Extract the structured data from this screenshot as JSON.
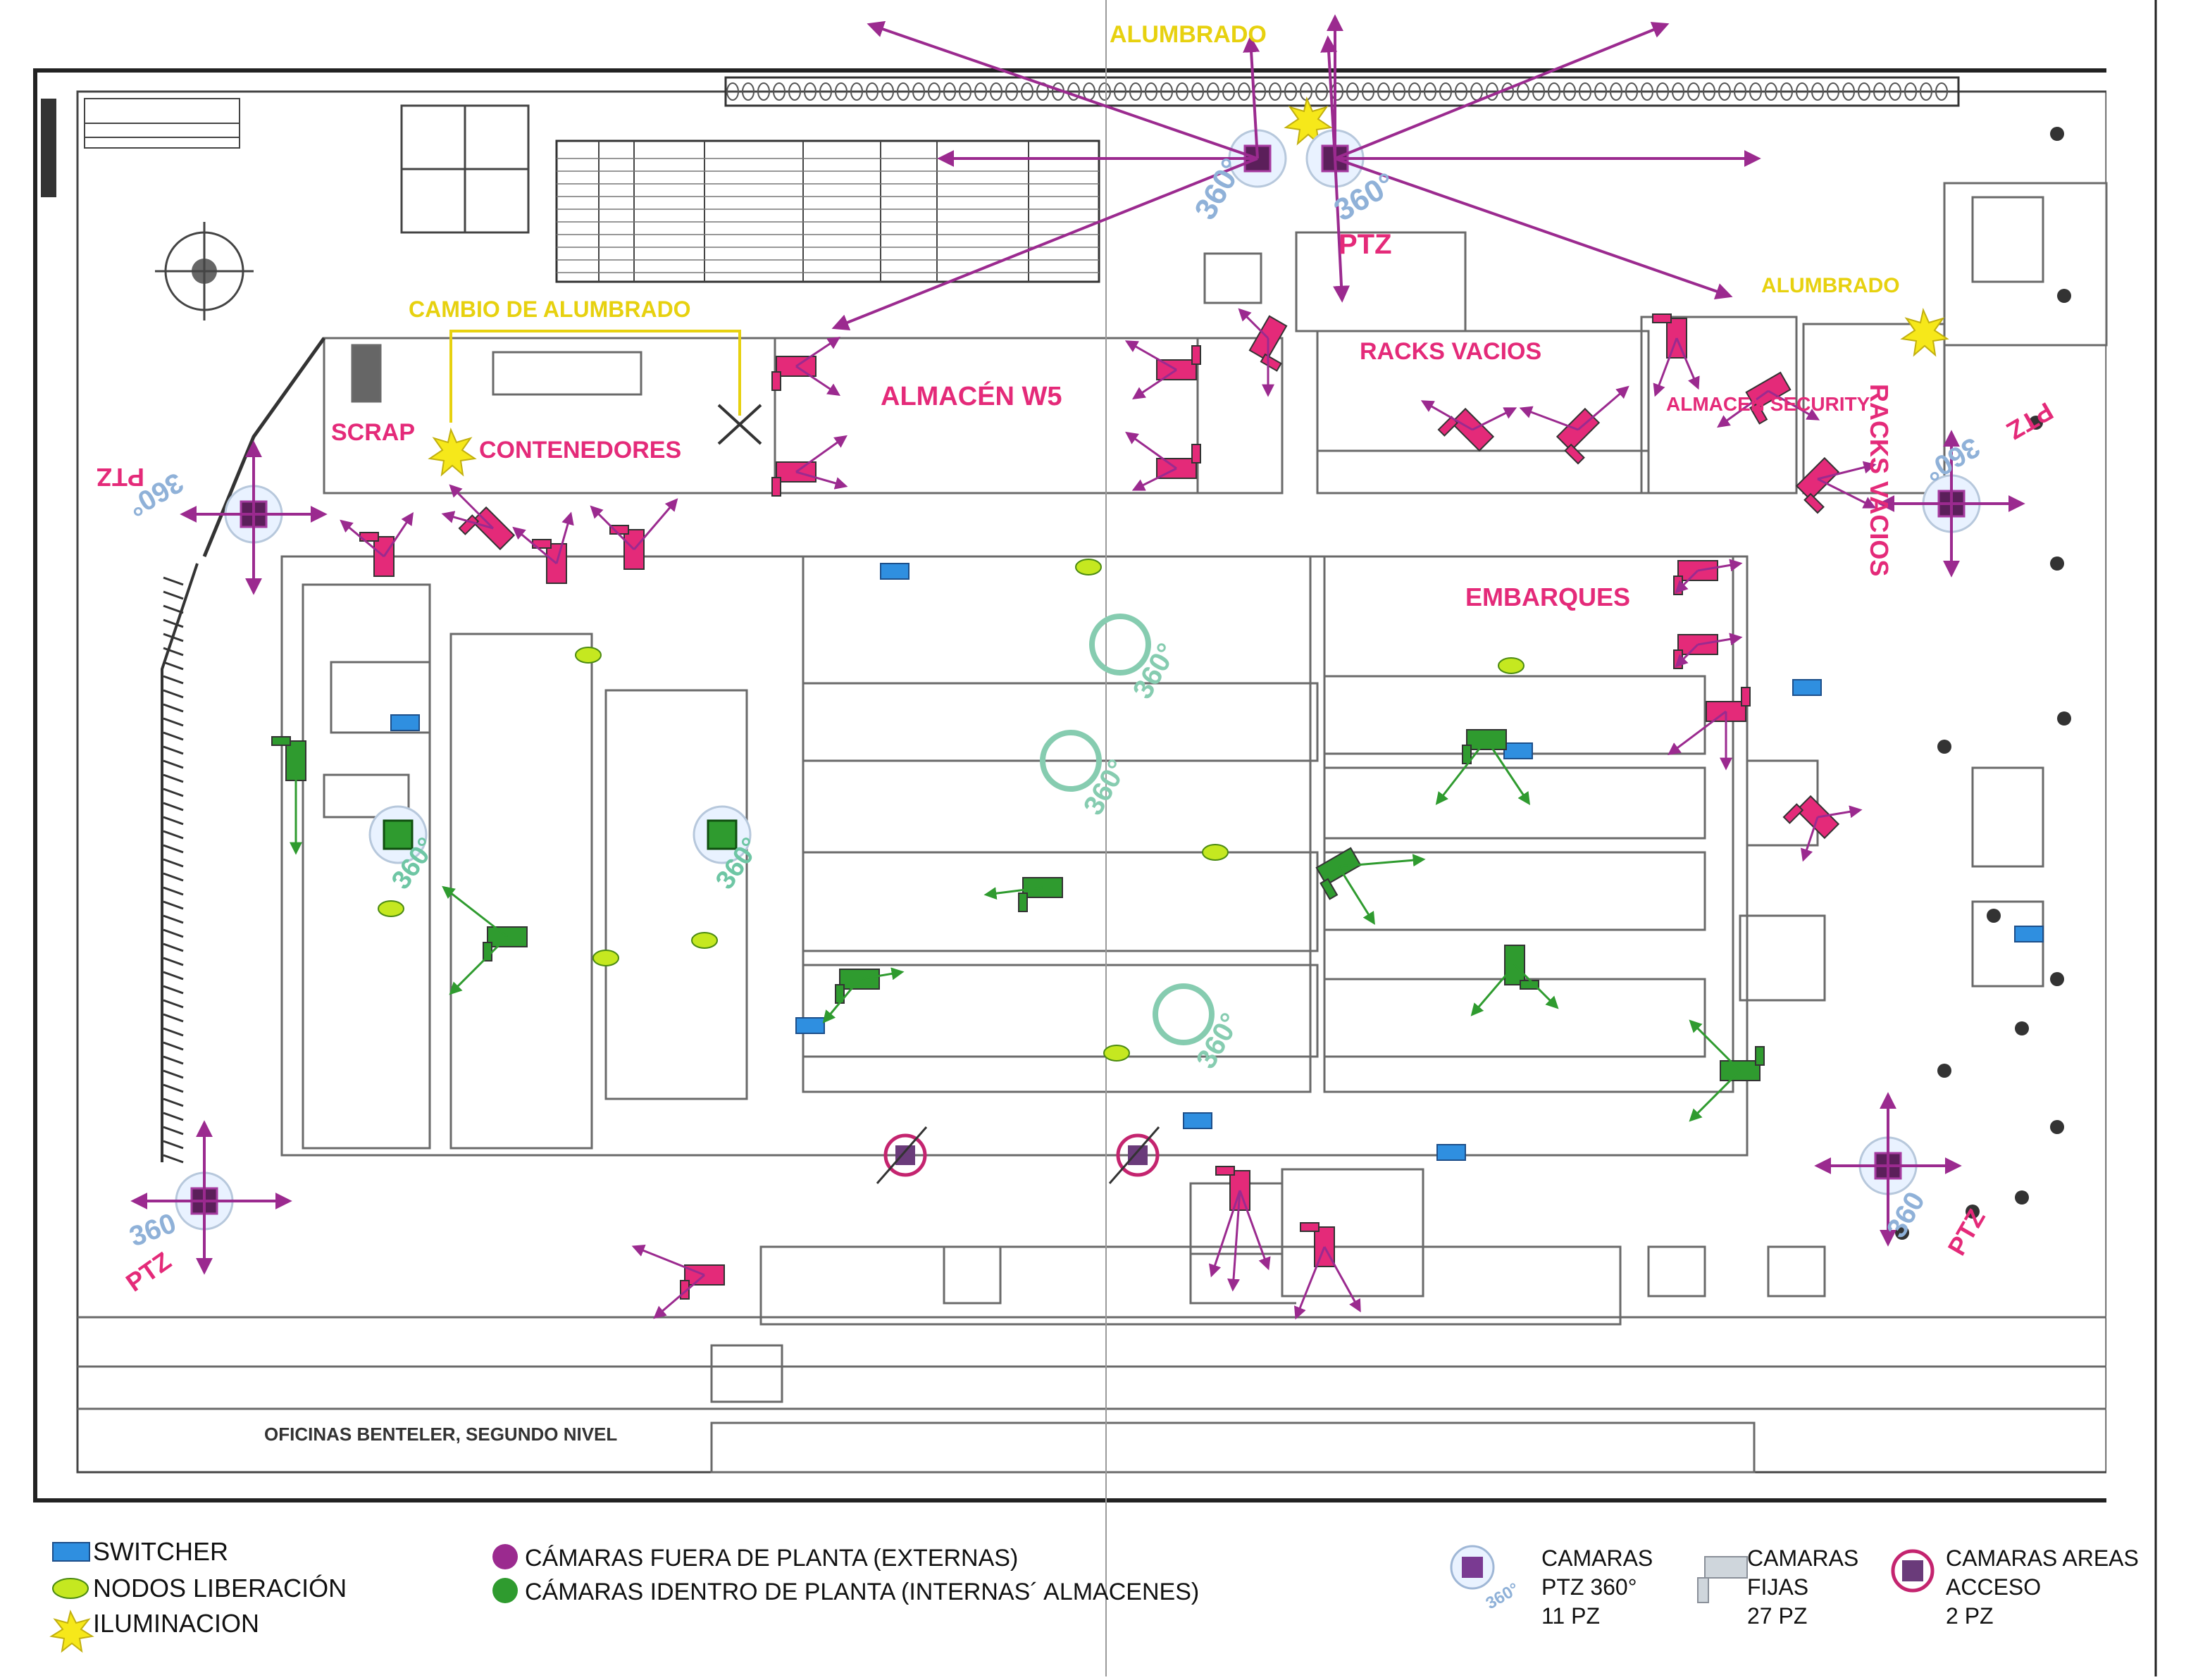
{
  "map": {
    "labels": [
      {
        "key": "ALUMBRADO-top",
        "text": "ALUMBRADO",
        "color": "#e7d10f"
      },
      {
        "key": "PTZ-top",
        "text": "PTZ",
        "color": "#e42a79"
      },
      {
        "key": "CAMBIO DE ALUMBRADO",
        "text": "CAMBIO DE ALUMBRADO",
        "color": "#e7d10f"
      },
      {
        "key": "ALMACÉN W5",
        "text": "ALMACÉN W5",
        "color": "#e42a79"
      },
      {
        "key": "SCRAP",
        "text": "SCRAP",
        "color": "#e42a79"
      },
      {
        "key": "CONTENEDORES",
        "text": "CONTENEDORES",
        "color": "#e42a79"
      },
      {
        "key": "RACKS VACIOS",
        "text": "RACKS VACIOS",
        "color": "#e42a79"
      },
      {
        "key": "ALUMBRADO-right",
        "text": "ALUMBRADO",
        "color": "#e7d10f"
      },
      {
        "key": "ALMACÉN SECURITY",
        "text": "ALMACEN SECURITY",
        "color": "#e42a79"
      },
      {
        "key": "RACKS VACIOS-vert",
        "text": "RACKS VACIOS",
        "color": "#e42a79"
      },
      {
        "key": "EMBARQUES",
        "text": "EMBARQUES",
        "color": "#e42a79"
      },
      {
        "key": "PTZ-left",
        "text": "PTZ",
        "color": "#e42a79"
      },
      {
        "key": "PTZ-right",
        "text": "PTZ",
        "color": "#e42a79"
      },
      {
        "key": "PTZ-bl",
        "text": "PTZ",
        "color": "#e42a79"
      },
      {
        "key": "PTZ-br",
        "text": "PTZ",
        "color": "#e42a79"
      },
      {
        "key": "OFICINAS BENTELER, SEGUNDO NIVEL",
        "text": "OFICINAS BENTELER, SEGUNDO NIVEL",
        "color": "#333333"
      }
    ]
  },
  "legend": {
    "switcher": "SWITCHER",
    "nodos": "NODOS LIBERACIÓN",
    "iluminacion": "ILUMINACION",
    "camaras_externas": "CÁMARAS FUERA DE PLANTA (EXTERNAS)",
    "camaras_internas": "CÁMARAS IDENTRO DE PLANTA (INTERNAS´ ALMACENES)",
    "ptz_title": "CAMARAS",
    "ptz_sub": "PTZ 360°",
    "ptz_count": "11 PZ",
    "fijas_title": "CAMARAS",
    "fijas_sub": "FIJAS",
    "fijas_count": "27 PZ",
    "acceso_title": "CAMARAS  AREAS",
    "acceso_sub": "ACCESO",
    "acceso_count": "2 PZ"
  },
  "colors": {
    "magenta": "#e42a79",
    "purple": "#9b2a8f",
    "green": "#2f9b2f",
    "yellow": "#e7d10f",
    "blue": "#2f8fe0"
  }
}
